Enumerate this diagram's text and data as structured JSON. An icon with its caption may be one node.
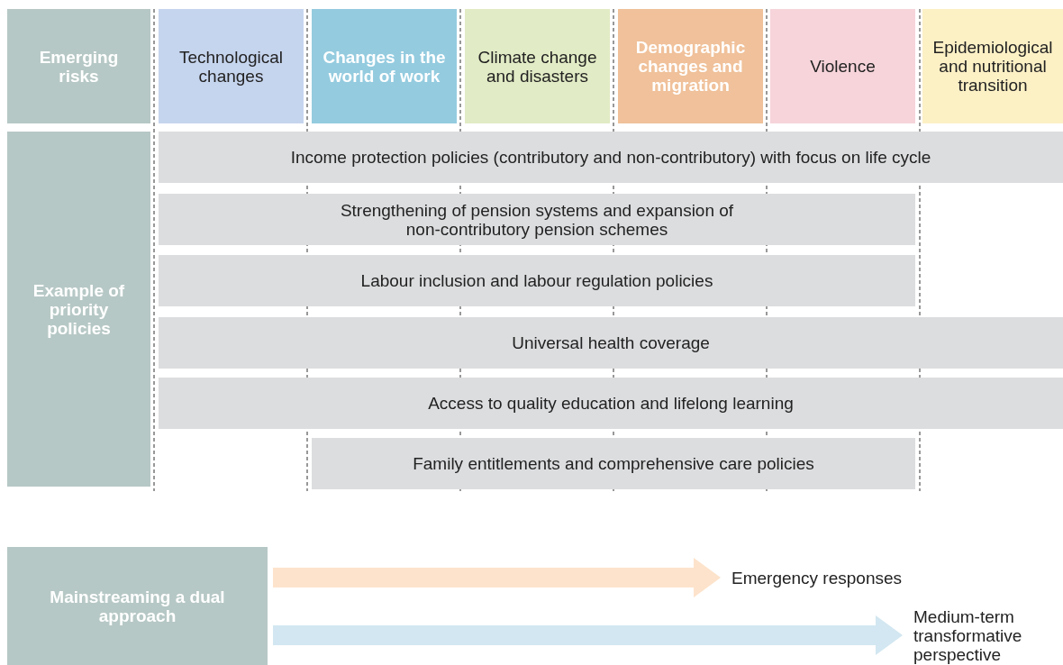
{
  "diagram": {
    "nodes": [
      {
        "text": [
          "Emerging risks"
        ]
      },
      {
        "text": [
          "Technological changes"
        ]
      },
      {
        "text": [
          "Changes in the world of work"
        ]
      },
      {
        "text": [
          "Climate change and disasters"
        ]
      },
      {
        "text": [
          "Demographic changes and migration"
        ]
      },
      {
        "text": [
          "Violence"
        ]
      },
      {
        "text": [
          "Epidemiological and nutritional transition"
        ]
      },
      {
        "text": [
          "Example of priority policies"
        ]
      },
      {
        "text": [
          "Income protection policies (contributory and non-contributory) with focus on life cycle"
        ]
      },
      {
        "text": [
          "Strengthening of pension systems and expansion of non-contributory pension schemes"
        ]
      },
      {
        "text": [
          "Labour inclusion and labour regulation policies"
        ]
      },
      {
        "text": [
          "Universal health coverage"
        ]
      },
      {
        "text": [
          "Access to quality education and lifelong learning"
        ]
      },
      {
        "text": [
          "Family entitlements and comprehensive care policies"
        ]
      },
      {
        "text": [
          "Mainstreaming a dual approach"
        ]
      },
      {
        "text": [
          "Emergency responses"
        ]
      },
      {
        "text": [
          "Medium-term transformative perspective"
        ]
      }
    ],
    "edges": [
      {
        "from": 14,
        "to": 15,
        "arrow": "to",
        "color": "#fde3cb"
      },
      {
        "from": 14,
        "to": 16,
        "arrow": "to",
        "color": "#d2e7f1"
      }
    ]
  }
}
